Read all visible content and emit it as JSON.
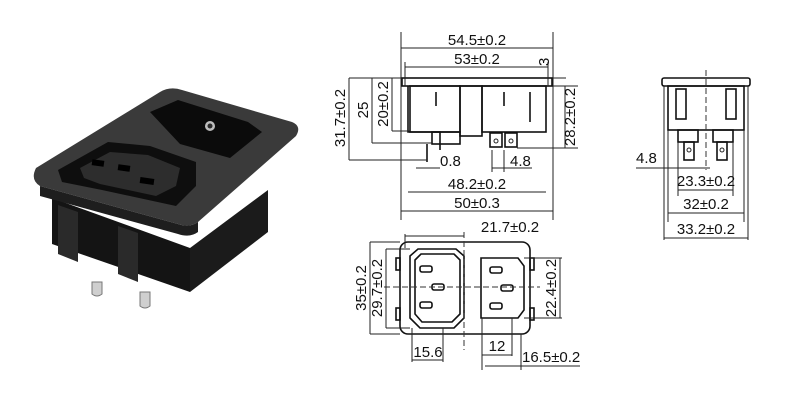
{
  "product_photo": {
    "description": "Black IEC C13 + C14 combination panel-mount socket with solder tabs",
    "icon": "iec-connector-photo"
  },
  "side_view": {
    "dims": {
      "overall_width": "54.5±0.2",
      "body_width": "53±0.2",
      "flange_thickness": "3",
      "total_height": "31.7±0.2",
      "height_25": "25",
      "body_depth": "20±0.2",
      "right_height": "28.2±0.2",
      "pin_thickness": "0.8",
      "tab_width": "4.8",
      "tab_span": "48.2±0.2",
      "cutout_width": "50±0.3"
    }
  },
  "end_view": {
    "dims": {
      "tab_width": "4.8",
      "tab_span": "23.3±0.2",
      "cutout_height": "32±0.2",
      "flange_height": "33.2±0.2"
    }
  },
  "front_view": {
    "dims": {
      "c13_offset": "21.7±0.2",
      "flange_height": "35±0.2",
      "c13_height": "29.7±0.2",
      "c14_height": "22.4±0.2",
      "c13_width": "15.6",
      "c14_width": "12",
      "c14_offset": "16.5±0.2"
    }
  }
}
